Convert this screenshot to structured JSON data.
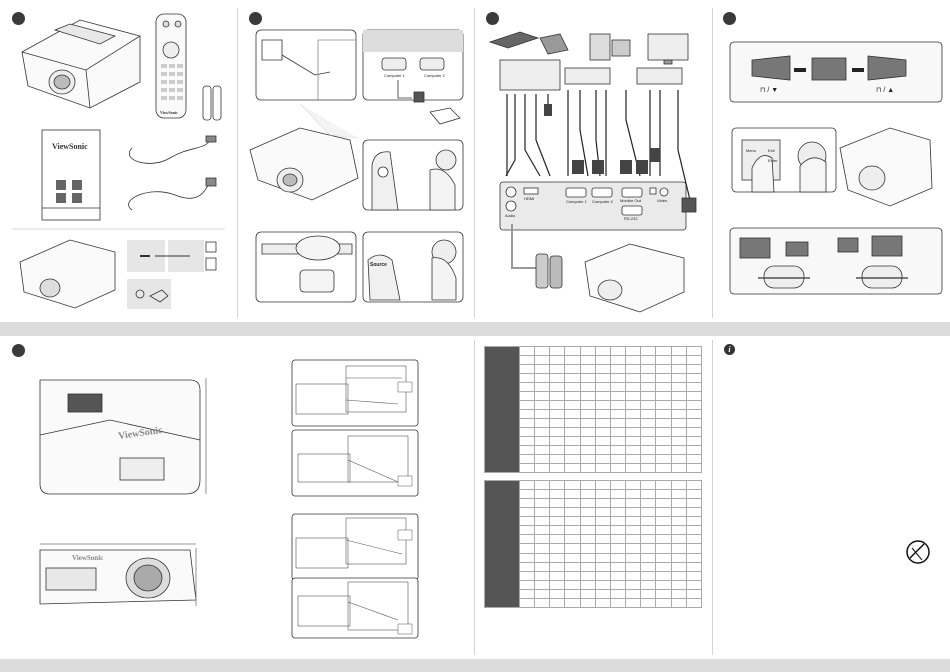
{
  "brand": {
    "wordmark": "ViewSonic",
    "wordmark_remote": "ViewSonic"
  },
  "connectors": {
    "computer1": "Computer 1",
    "computer2": "Computer 2",
    "hdmi": "HDMI",
    "audio": "Audio",
    "monitor_out": "Monitor Out",
    "video": "Video",
    "rs232": "RS-232"
  },
  "buttons": {
    "source": "Source",
    "menu": "Menu",
    "enter": "Enter",
    "exit": "Exit"
  },
  "keystone": {
    "left_symbols": "⊓ / ▼",
    "right_symbols": "⊓ / ▲"
  },
  "info_icon": "i",
  "colors": {
    "band": "#dcdcdc",
    "step_badge": "#3a3a3a",
    "table_header": "#555555",
    "outline": "#333333"
  }
}
